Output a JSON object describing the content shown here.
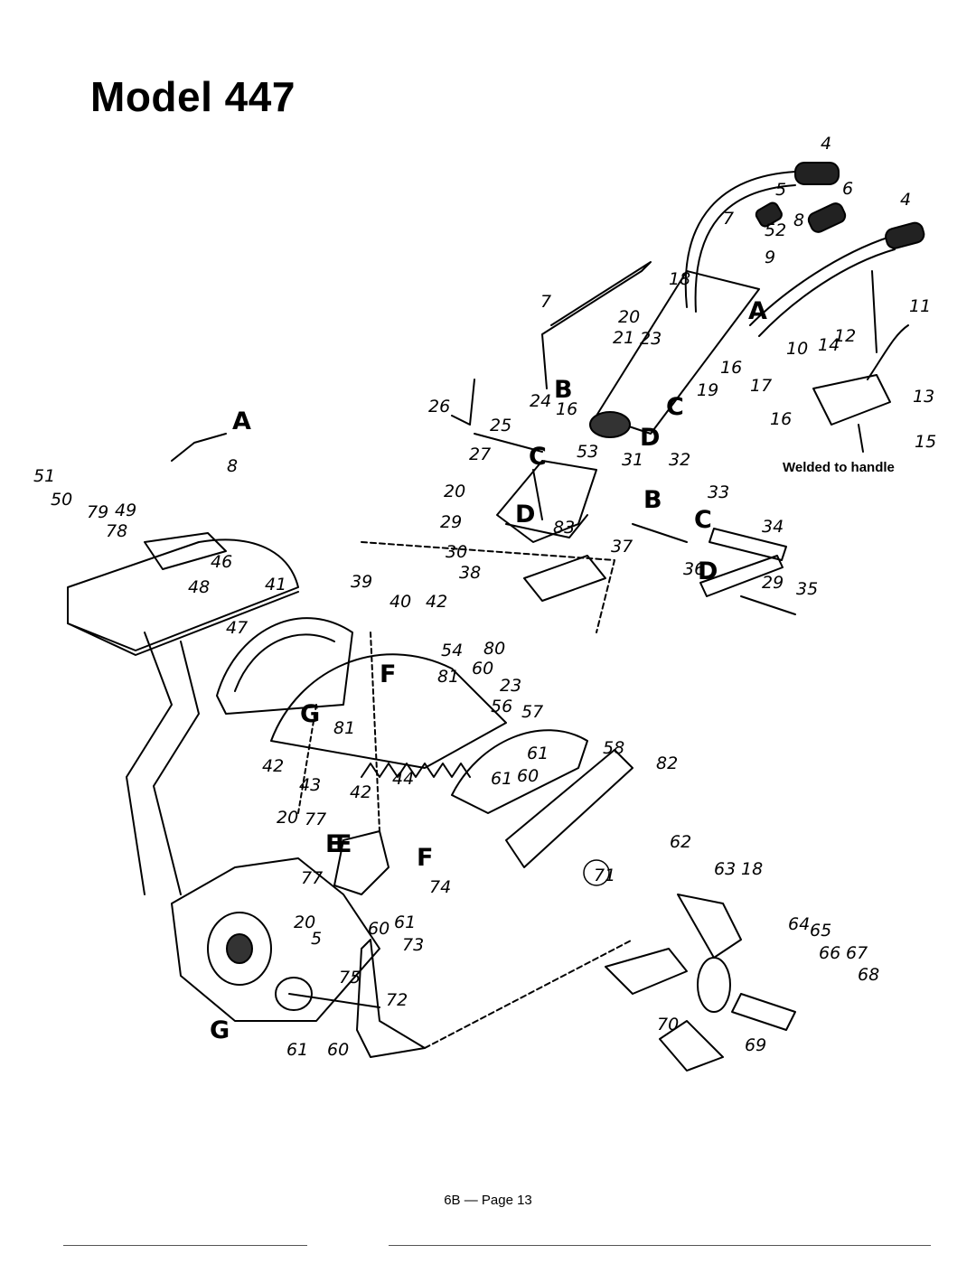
{
  "title": "Model 447",
  "note": "Welded to handle",
  "footer": "6B — Page 13",
  "parts": [
    "4",
    "5",
    "6",
    "4",
    "7",
    "52",
    "8",
    "9",
    "18",
    "7",
    "20",
    "21",
    "23",
    "10",
    "14",
    "11",
    "12",
    "16",
    "17",
    "19",
    "13",
    "24",
    "16",
    "25",
    "26",
    "16",
    "15",
    "27",
    "53",
    "31",
    "32",
    "20",
    "83",
    "29",
    "33",
    "34",
    "30",
    "37",
    "38",
    "36",
    "29",
    "35",
    "51",
    "8",
    "50",
    "79",
    "49",
    "78",
    "46",
    "48",
    "41",
    "47",
    "39",
    "40",
    "42",
    "54",
    "80",
    "81",
    "60",
    "23",
    "56",
    "57",
    "42",
    "43",
    "81",
    "42",
    "44",
    "61",
    "60",
    "61",
    "58",
    "82",
    "20",
    "77",
    "62",
    "63",
    "18",
    "77",
    "74",
    "20",
    "61",
    "60",
    "5",
    "73",
    "75",
    "64",
    "65",
    "66",
    "67",
    "68",
    "70",
    "72",
    "69",
    "61",
    "60",
    "71"
  ],
  "refs": [
    "A",
    "B",
    "C",
    "D",
    "C",
    "D",
    "B",
    "C",
    "D",
    "A",
    "E",
    "F",
    "G",
    "E",
    "F",
    "G"
  ]
}
